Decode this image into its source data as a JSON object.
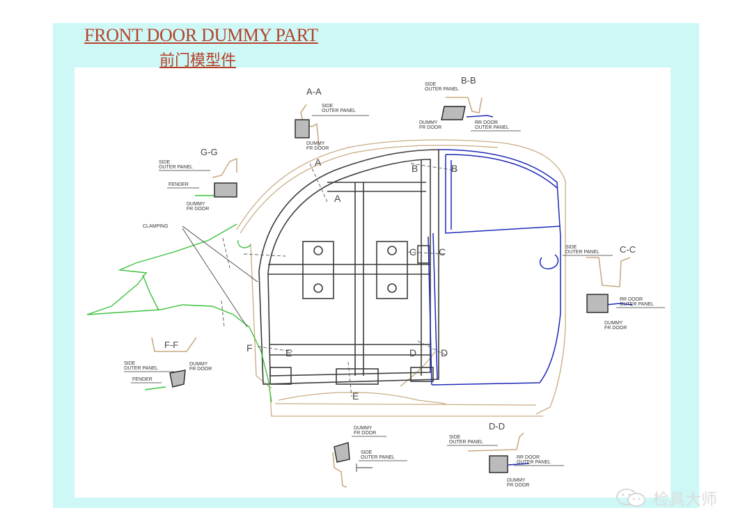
{
  "title_en": "FRONT DOOR DUMMY PART",
  "title_zh": "前门模型件",
  "watermark": "检具大师",
  "colors": {
    "background_slide": "#cdf8f6",
    "title": "#b5412a",
    "outline_tan": "#c8ab82",
    "outline_dark": "#3b3b3b",
    "rear_door_blue": "#1c28b5",
    "fender_green": "#3cc23c"
  },
  "icons": [
    "wechat-icon"
  ],
  "sections": {
    "a": {
      "label": "A-A",
      "part1": "SIDE",
      "part2": "OUTER PANEL",
      "part3": "DUMMY",
      "part4": "FR DOOR"
    },
    "b": {
      "label": "B-B",
      "part1": "SIDE",
      "part2": "OUTER PANEL",
      "part3": "DUMMY",
      "part4": "FR DOOR",
      "part5": "RR DOOR",
      "part6": "OUTER PANEL"
    },
    "c": {
      "label": "C-C",
      "part1": "SIDE",
      "part2": "OUTER PANEL",
      "part3": "RR DOOR",
      "part4": "OUTER PANEL",
      "part5": "DUMMY",
      "part6": "FR DOOR"
    },
    "d": {
      "label": "D-D",
      "part1": "SIDE",
      "part2": "OUTER PANEL",
      "part3": "RR DOOR",
      "part4": "OUTER PANEL",
      "part5": "DUMMY",
      "part6": "FR DOOR"
    },
    "e": {
      "label": "E",
      "part1": "DUMMY",
      "part2": "FR DOOR",
      "part3": "SIDE",
      "part4": "OUTER PANEL"
    },
    "f": {
      "label": "F-F",
      "part1": "SIDE",
      "part2": "OUTER PANEL",
      "part3": "DUMMY",
      "part4": "FR DOOR",
      "part5": "FENDER"
    },
    "g": {
      "label": "G-G",
      "part1": "SIDE",
      "part2": "OUTER PANEL",
      "part3": "FENDER",
      "part4": "DUMMY",
      "part5": "FR DOOR"
    }
  },
  "markers": {
    "a": "A",
    "b": "B",
    "c": "C",
    "d": "D",
    "e": "E",
    "f": "F"
  },
  "clamping_label": "CLAMPING"
}
